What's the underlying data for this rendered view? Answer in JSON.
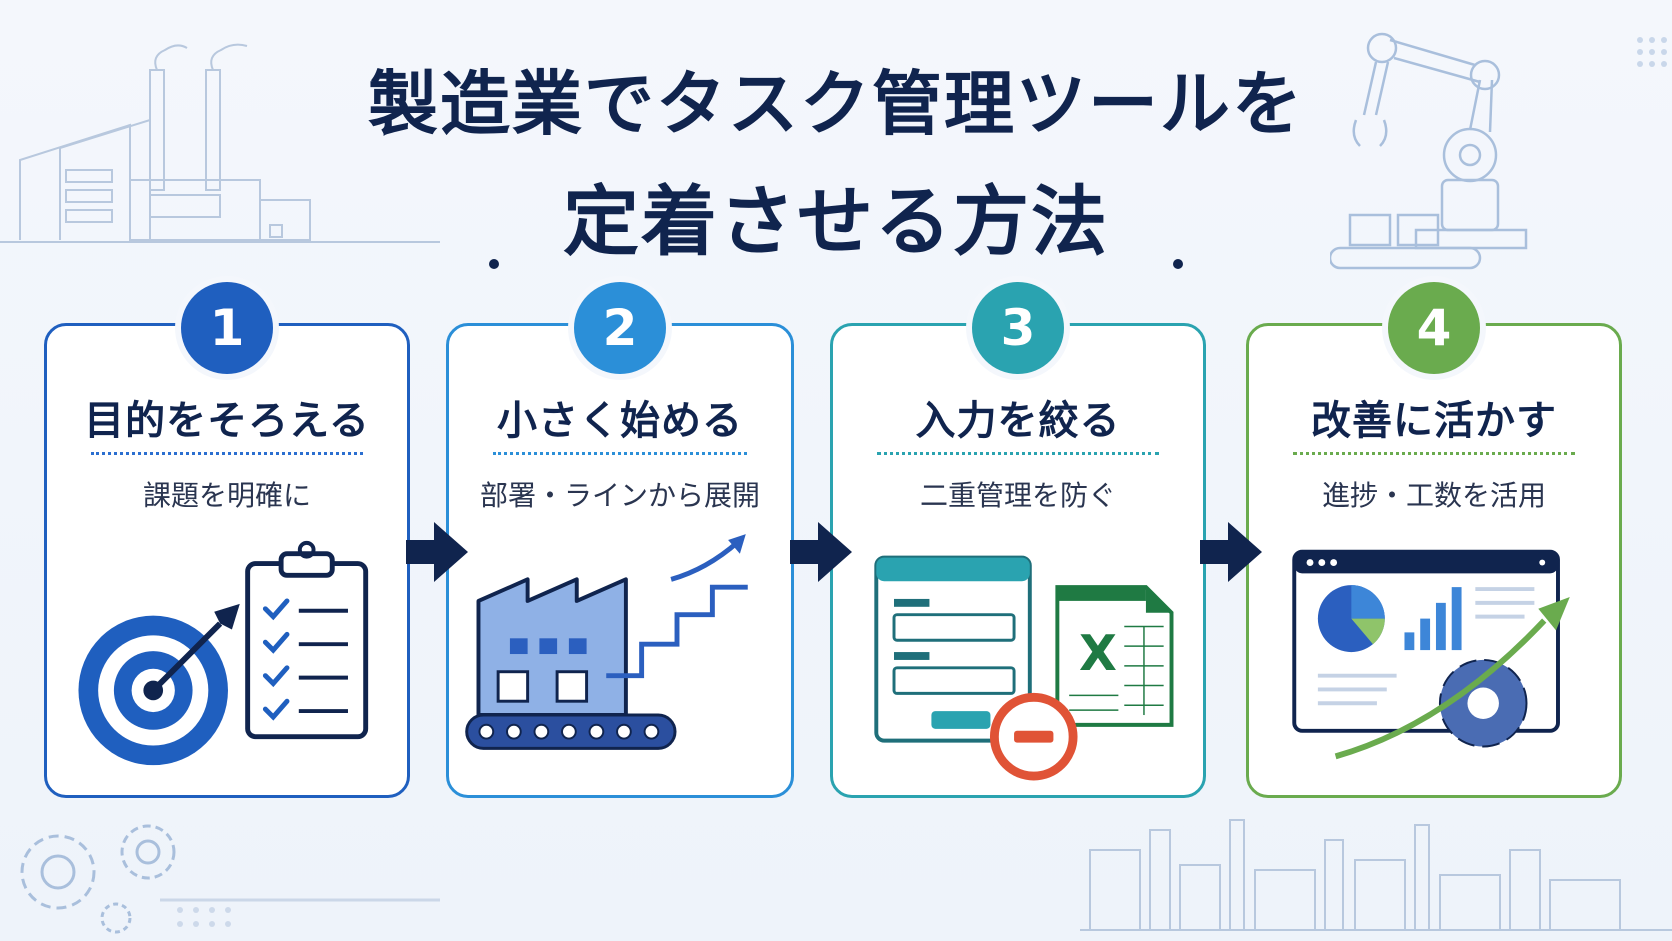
{
  "title": {
    "line1": "製造業でタスク管理ツールを",
    "line2": "定着させる方法"
  },
  "colors": {
    "navy": "#10244e",
    "step1": "#1f5fbf",
    "step2": "#2b8fd8",
    "step3": "#2aa3b0",
    "step4": "#6aab4e",
    "stop": "#e05336",
    "excel": "#1f7a43"
  },
  "steps": [
    {
      "number": "1",
      "title": "目的をそろえる",
      "subtitle": "課題を明確に",
      "icons": [
        "target-icon",
        "checklist-icon"
      ]
    },
    {
      "number": "2",
      "title": "小さく始める",
      "subtitle": "部署・ラインから展開",
      "icons": [
        "factory-icon",
        "conveyor-icon",
        "growth-stairs-icon"
      ]
    },
    {
      "number": "3",
      "title": "入力を絞る",
      "subtitle": "二重管理を防ぐ",
      "icons": [
        "form-window-icon",
        "excel-icon",
        "no-entry-icon"
      ]
    },
    {
      "number": "4",
      "title": "改善に活かす",
      "subtitle": "進捗・工数を活用",
      "icons": [
        "dashboard-icon",
        "gear-icon",
        "trend-arrow-icon"
      ]
    }
  ]
}
